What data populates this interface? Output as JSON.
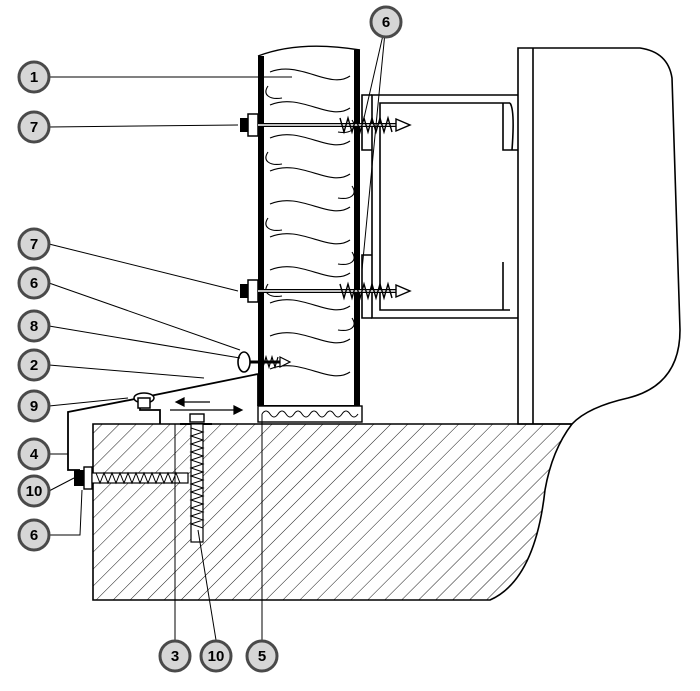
{
  "callouts": [
    {
      "id": "c1",
      "label": "1"
    },
    {
      "id": "c7a",
      "label": "7"
    },
    {
      "id": "c7b",
      "label": "7"
    },
    {
      "id": "c6a",
      "label": "6"
    },
    {
      "id": "c8",
      "label": "8"
    },
    {
      "id": "c2",
      "label": "2"
    },
    {
      "id": "c9",
      "label": "9"
    },
    {
      "id": "c4",
      "label": "4"
    },
    {
      "id": "c10a",
      "label": "10"
    },
    {
      "id": "c6b",
      "label": "6"
    },
    {
      "id": "c6top",
      "label": "6"
    },
    {
      "id": "c3",
      "label": "3"
    },
    {
      "id": "c10b",
      "label": "10"
    },
    {
      "id": "c5",
      "label": "5"
    }
  ],
  "colors": {
    "ink": "#000000",
    "paper": "#ffffff",
    "badge_fill": "#d6d6d6",
    "badge_ring": "#4a4a4a"
  }
}
